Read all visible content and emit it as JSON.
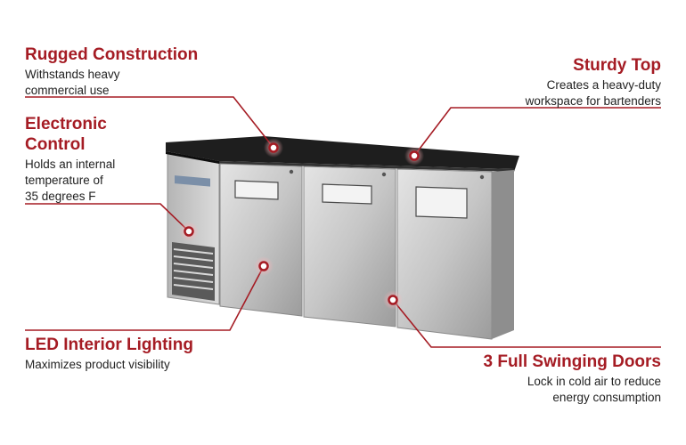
{
  "features": {
    "rugged": {
      "title": "Rugged Construction",
      "line1": "Withstands heavy",
      "line2": "commercial use"
    },
    "electronic": {
      "title_line1": "Electronic",
      "title_line2": "Control",
      "line1": "Holds an internal",
      "line2": "temperature of",
      "line3": "35 degrees F"
    },
    "led": {
      "title": "LED Interior Lighting",
      "line1": "Maximizes product visibility"
    },
    "sturdy": {
      "title": "Sturdy Top",
      "line1": "Creates a heavy-duty",
      "line2": "workspace for bartenders"
    },
    "doors": {
      "title": "3 Full Swinging Doors",
      "line1": "Lock in cold air to reduce",
      "line2": "energy consumption"
    }
  },
  "colors": {
    "accent": "#a51c24",
    "text": "#222222",
    "countertop": "#1e1e1e",
    "stainless": "#c9c9c9"
  }
}
